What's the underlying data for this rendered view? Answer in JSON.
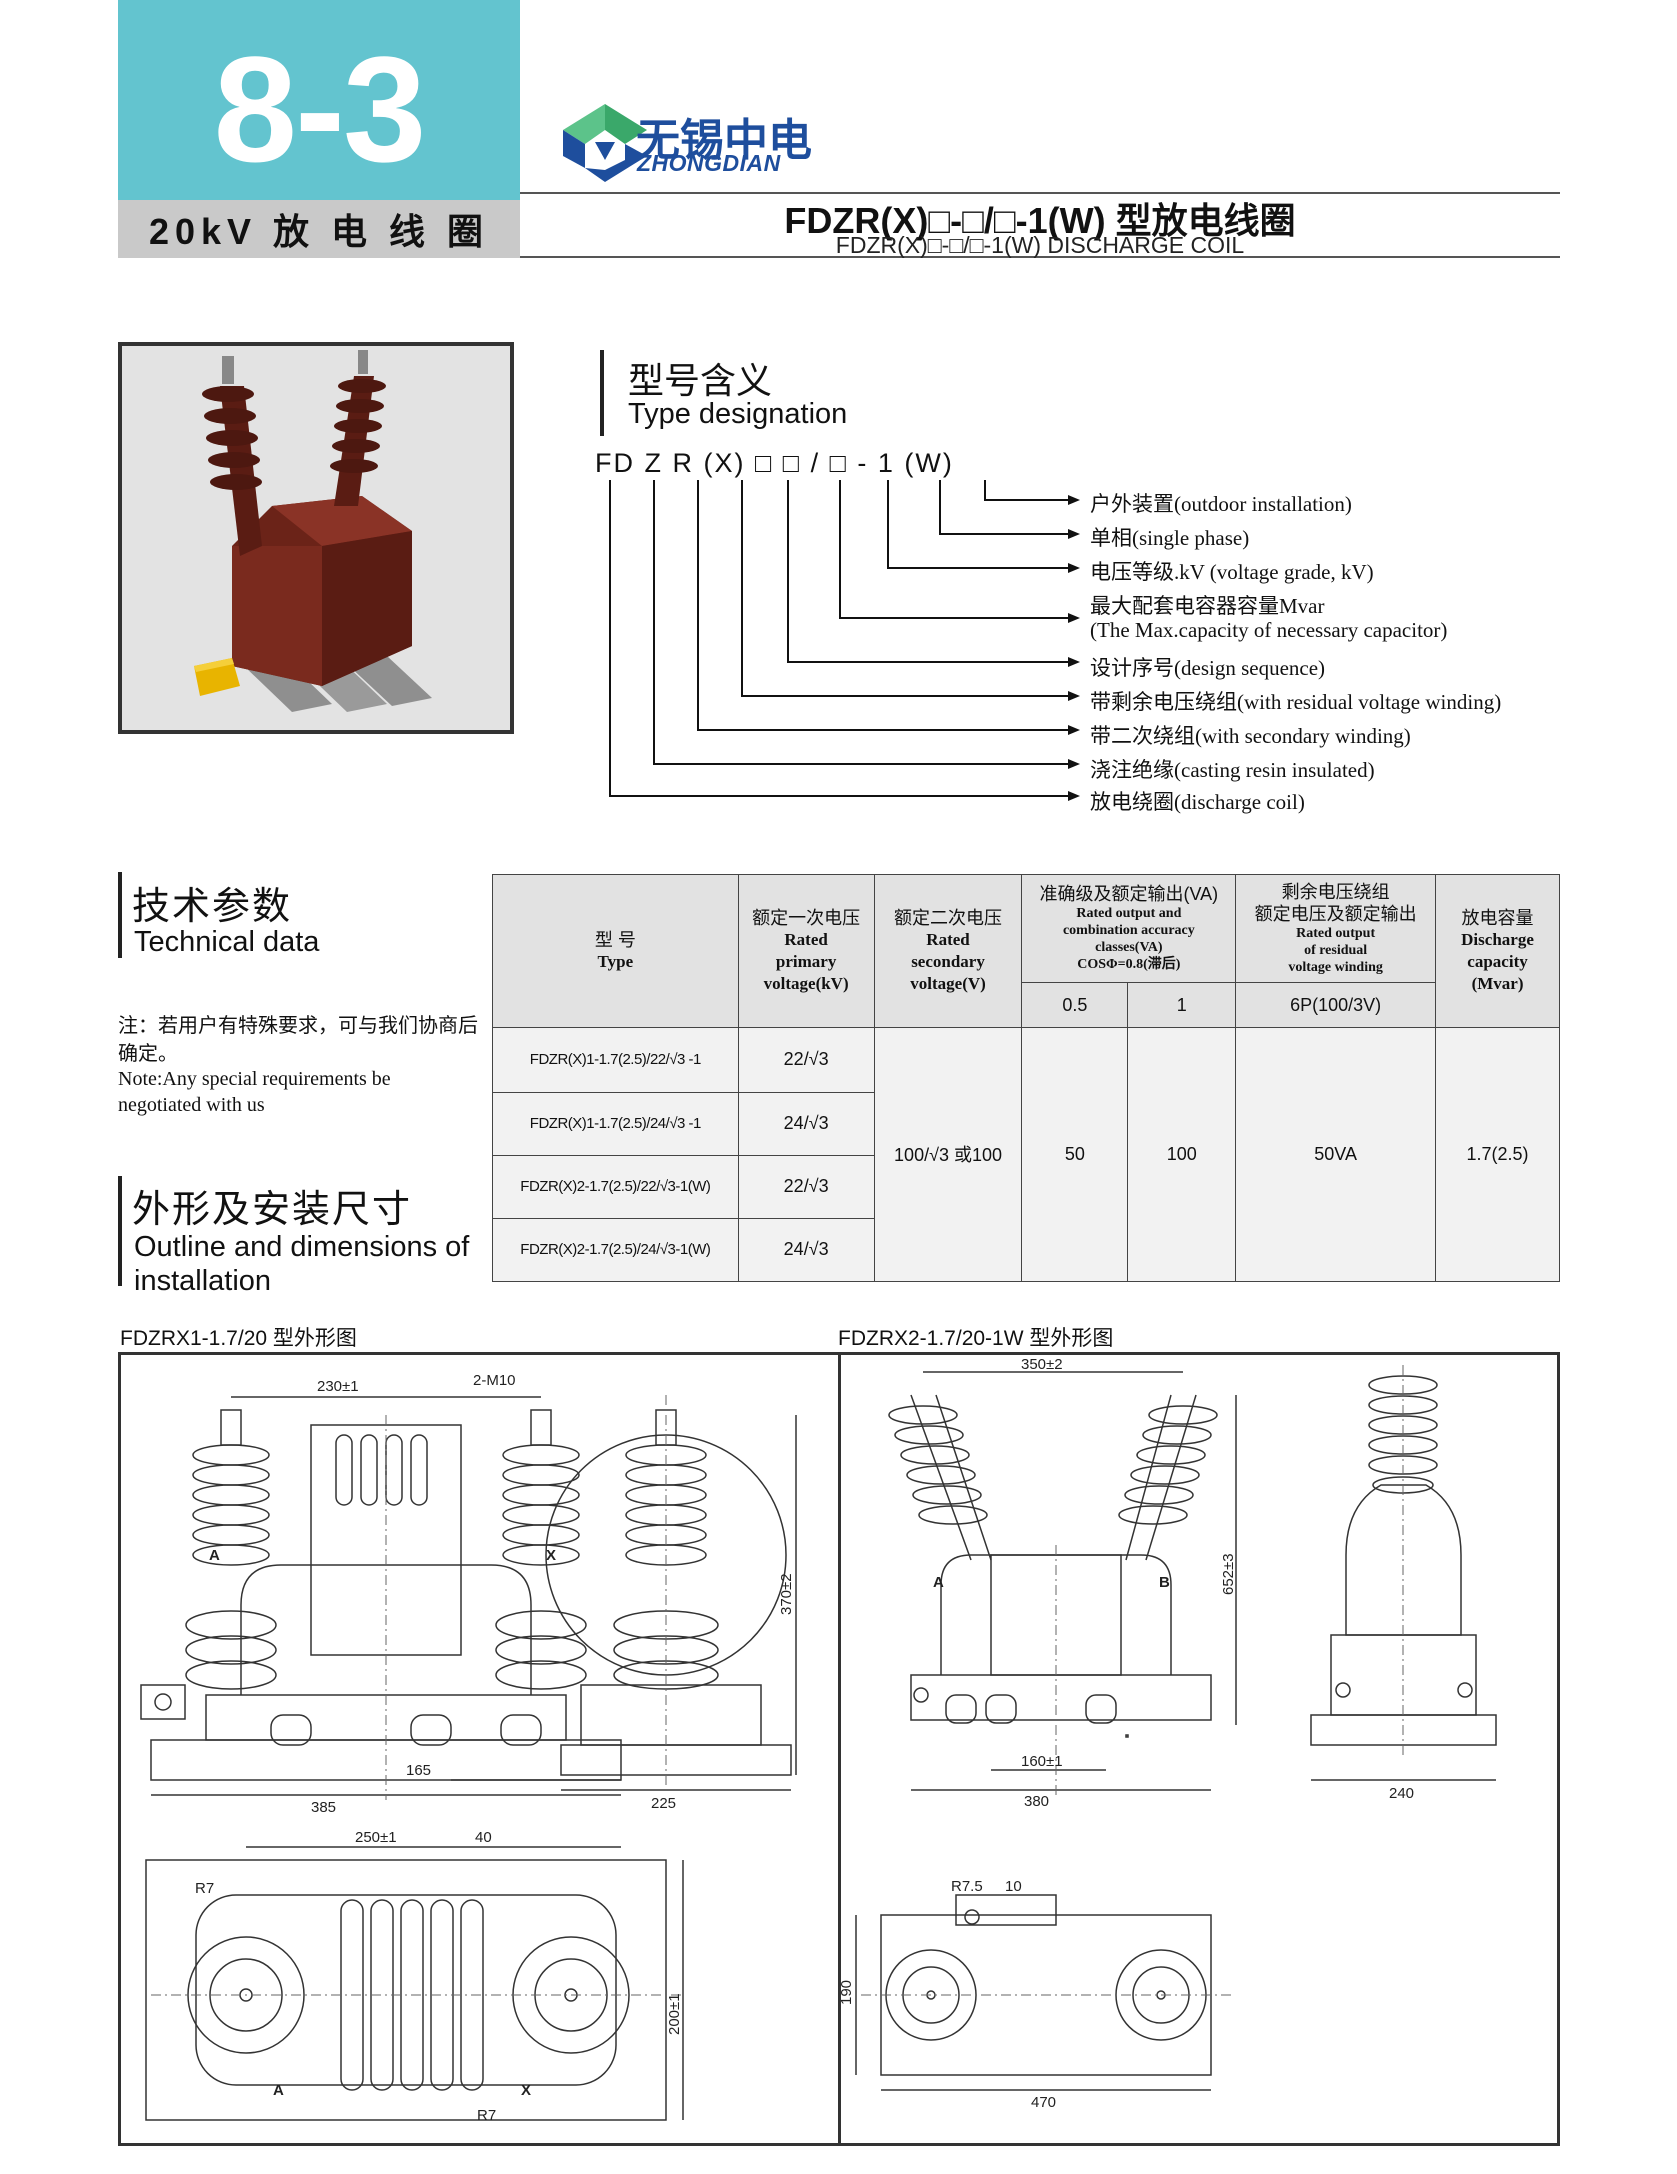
{
  "header": {
    "section_number": "8-3",
    "section_subtitle": "20kV 放 电 线 圈",
    "logo_cn": "无锡中电",
    "logo_en": "ZHONGDIAN",
    "title_cn": "FDZR(X)□-□/□-1(W) 型放电线圈",
    "title_en": "FDZR(X)□-□/□-1(W) DISCHARGE COIL"
  },
  "type_designation": {
    "heading_cn": "型号含义",
    "heading_en": "Type designation",
    "code": "FD Z  R (X) □  □ / □ - 1  (W)",
    "items": [
      "户外装置(outdoor installation)",
      "单相(single phase)",
      "电压等级.kV (voltage grade, kV)",
      "最大配套电容器容量Mvar",
      "(The Max.capacity of necessary capacitor)",
      "设计序号(design sequence)",
      "带剩余电压绕组(with residual voltage winding)",
      "带二次绕组(with secondary winding)",
      "浇注绝缘(casting resin insulated)",
      "放电绕圈(discharge coil)"
    ]
  },
  "technical": {
    "heading_cn": "技术参数",
    "heading_en": "Technical data",
    "note_cn": "注：若用户有特殊要求，可与我们协商后确定。",
    "note_en": "Note:Any special requirements be negotiated with us"
  },
  "outline": {
    "heading_cn": "外形及安装尺寸",
    "heading_en": "Outline and dimensions of installation"
  },
  "table": {
    "headers": {
      "type_cn": "型 号",
      "type_en": "Type",
      "primary_cn": "额定一次电压",
      "primary_en1": "Rated",
      "primary_en2": "primary",
      "primary_en3": "voltage(kV)",
      "secondary_cn": "额定二次电压",
      "secondary_en1": "Rated",
      "secondary_en2": "secondary",
      "secondary_en3": "voltage(V)",
      "accuracy_cn": "准确级及额定输出(VA)",
      "accuracy_en1": "Rated output and",
      "accuracy_en2": "combination accuracy",
      "accuracy_en3": "classes(VA)",
      "accuracy_en4": "COSΦ=0.8(滞后)",
      "accuracy_sub1": "0.5",
      "accuracy_sub2": "1",
      "residual_cn1": "剩余电压绕组",
      "residual_cn2": "额定电压及额定输出",
      "residual_en1": "Rated output",
      "residual_en2": "of residual",
      "residual_en3": "voltage winding",
      "residual_sub": "6P(100/3V)",
      "discharge_cn": "放电容量",
      "discharge_en1": "Discharge",
      "discharge_en2": "capacity",
      "discharge_en3": "(Mvar)"
    },
    "rows": [
      {
        "model": "FDZR(X)1-1.7(2.5)/22/√3 -1",
        "primary": "22/√3"
      },
      {
        "model": "FDZR(X)1-1.7(2.5)/24/√3 -1",
        "primary": "24/√3"
      },
      {
        "model": "FDZR(X)2-1.7(2.5)/22/√3-1(W)",
        "primary": "22/√3"
      },
      {
        "model": "FDZR(X)2-1.7(2.5)/24/√3-1(W)",
        "primary": "24/√3"
      }
    ],
    "shared": {
      "secondary": "100/√3 或100",
      "class05": "50",
      "class1": "100",
      "residual": "50VA",
      "discharge": "1.7(2.5)"
    }
  },
  "drawings": {
    "left_caption": "FDZRX1-1.7/20 型外形图",
    "right_caption": "FDZRX2-1.7/20-1W 型外形图",
    "labels": {
      "d230": "230±1",
      "m10": "2-M10",
      "d370": "370±2",
      "d385": "385",
      "d165": "165",
      "d225": "225",
      "d250": "250±1",
      "d40": "40",
      "r7a": "R7",
      "r7b": "R7",
      "d200": "200±1",
      "a1": "A",
      "x1": "X",
      "a2": "A",
      "x2": "X",
      "d350": "350±2",
      "d652": "652±3",
      "d160": "160±1",
      "d380": "380",
      "d240": "240",
      "r75": "R7.5",
      "d10": "10",
      "d190": "190",
      "d470": "470",
      "ab_a": "A",
      "ab_b": "B"
    }
  }
}
